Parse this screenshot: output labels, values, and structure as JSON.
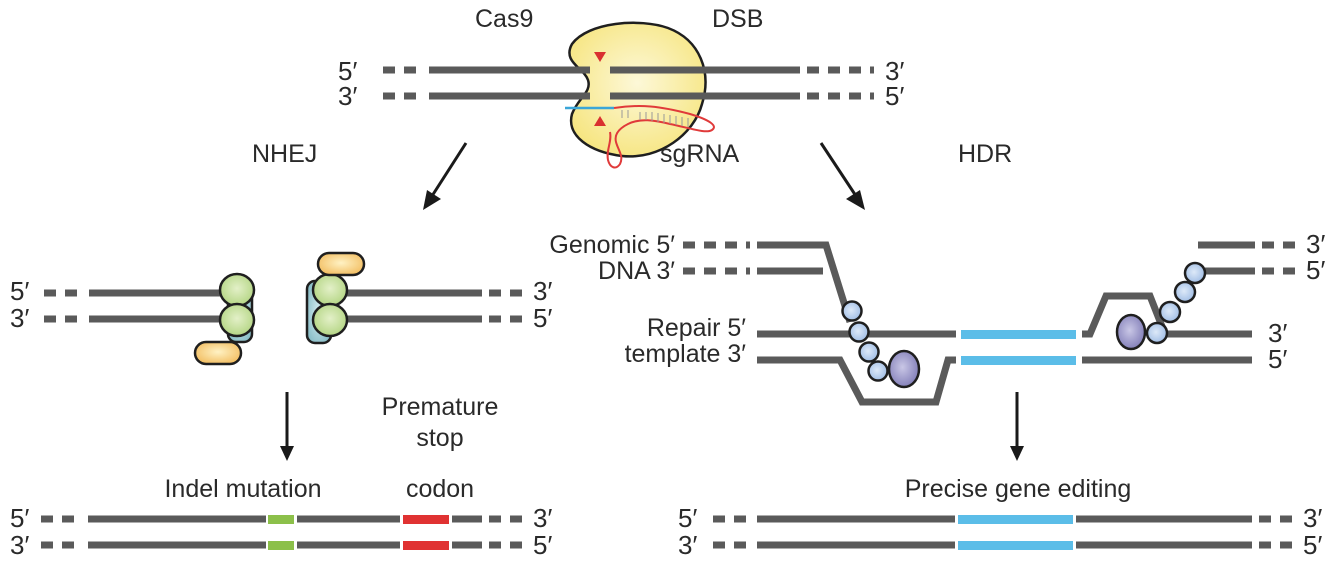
{
  "diagram": {
    "title_labels": {
      "cas9": "Cas9",
      "dsb": "DSB",
      "sgrna": "sgRNA",
      "nhej": "NHEJ",
      "hdr": "HDR"
    },
    "ends": {
      "five": "5′",
      "three": "3′"
    },
    "hdr_labels": {
      "genomic_5": "Genomic 5′",
      "dna_3": "DNA 3′",
      "repair_5": "Repair 5′",
      "template_3": "template 3′"
    },
    "nhej_outcome": {
      "indel": "Indel mutation",
      "stop_line1": "Premature",
      "stop_line2": "stop",
      "stop_line3": "codon"
    },
    "hdr_outcome": {
      "label": "Precise gene editing"
    },
    "colors": {
      "dna": "#5a5a5a",
      "cas9": "#f7e98a",
      "cut_marker": "#d93030",
      "sgrna": "#e03a3a",
      "guide": "#3aa6d8",
      "ku_green": "#b9d98a",
      "ku_teal": "#8fc3cc",
      "orange_protein": "#f4c46a",
      "insert_blue": "#5bbde8",
      "indel_green": "#8cc04a",
      "stop_red": "#e03232",
      "rad51": "#a9c4e8",
      "polymerase": "#8a86bd"
    }
  }
}
